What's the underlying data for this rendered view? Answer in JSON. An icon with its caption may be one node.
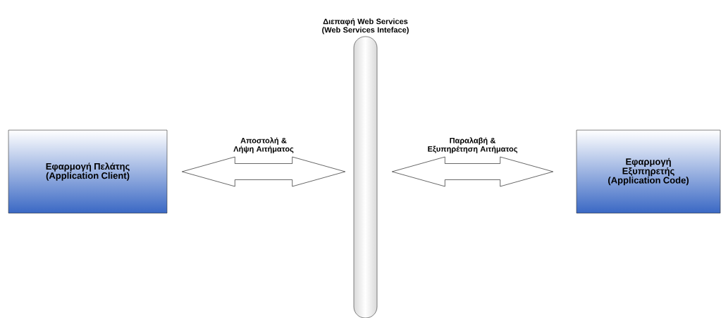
{
  "diagram": {
    "nodes": [
      {
        "text": [
          "Εφαρμογή Πελάτης (Application Client)"
        ]
      },
      {
        "text": [
          "Διεπαφή Web Services (Web Services Inteface)"
        ]
      },
      {
        "text": [
          "Εφαρμογή Εξυπηρετής (Application Code)"
        ]
      }
    ],
    "edges": [
      {
        "from": 0,
        "to": 1,
        "arrow": "both",
        "label": "Αποστολή & Λήψη Αιτήματος"
      },
      {
        "from": 1,
        "to": 2,
        "arrow": "both",
        "label": "Παραλαβή & Εξυπηρέτηση Αιτήματος"
      }
    ]
  }
}
